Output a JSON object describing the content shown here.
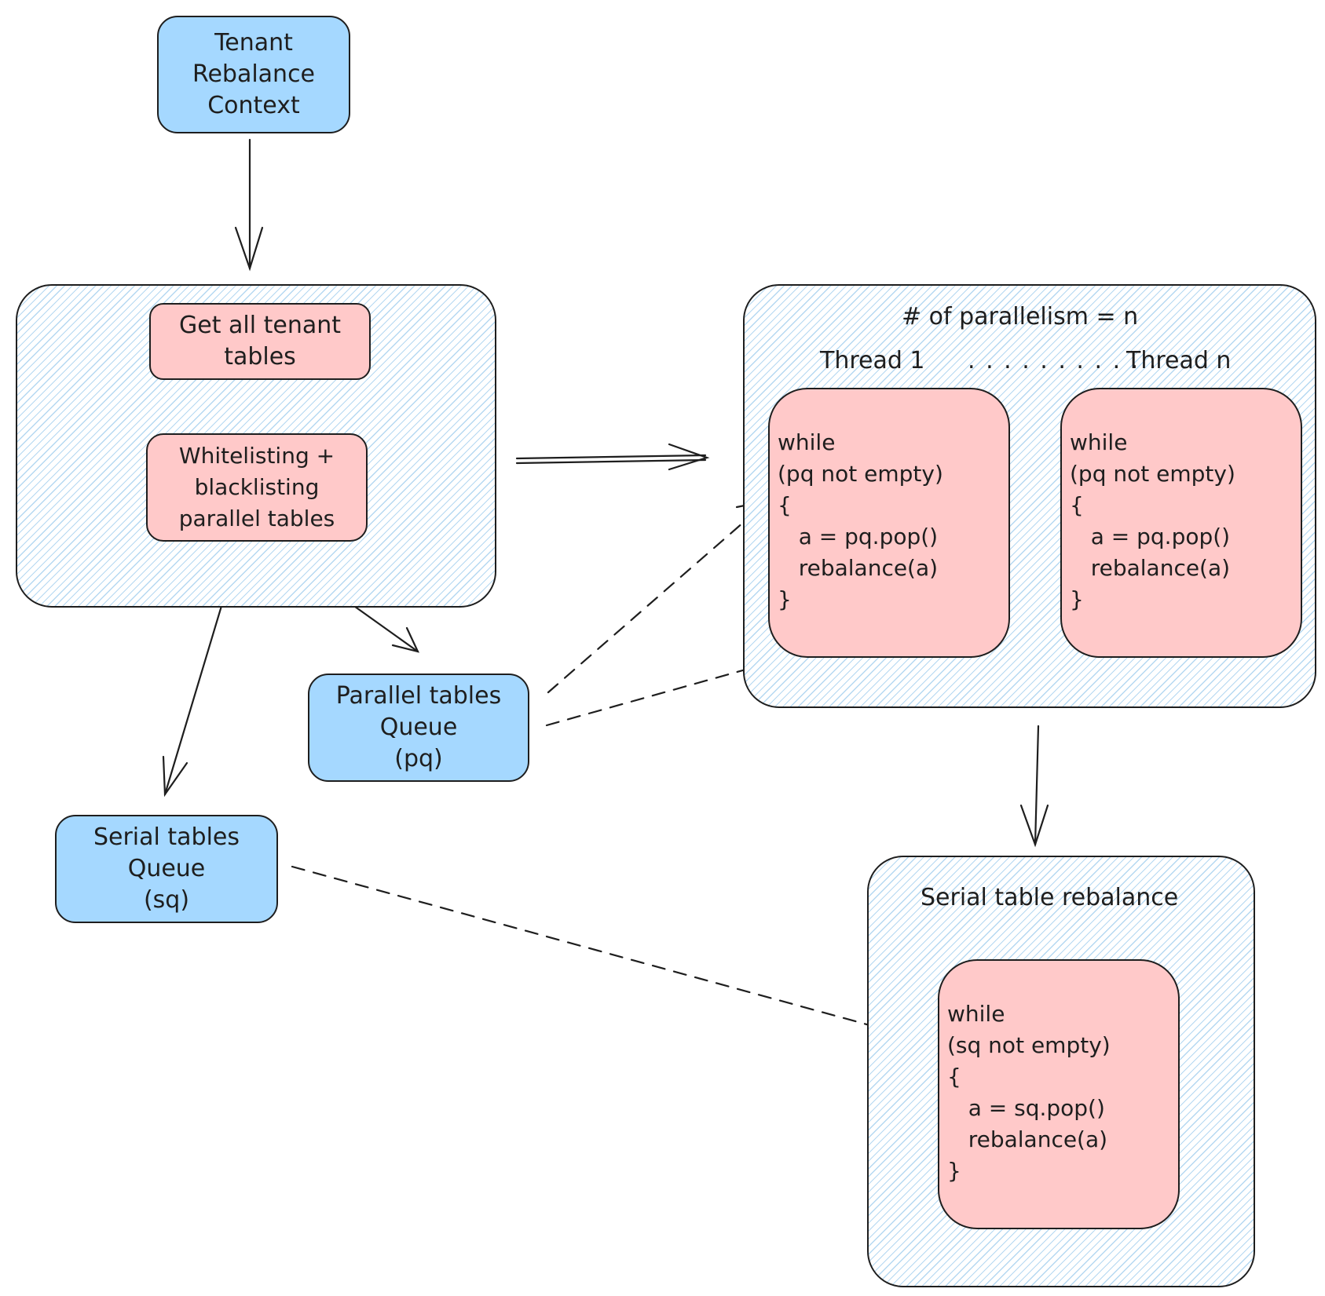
{
  "nodes": {
    "context": "Tenant\nRebalance\nContext",
    "get_tables": "Get all tenant\ntables",
    "whitelisting": "Whitelisting +\nblacklisting\nparallel tables",
    "parallel_queue": "Parallel tables\nQueue\n(pq)",
    "serial_queue": "Serial tables\nQueue\n(sq)"
  },
  "parallel_group": {
    "title": "# of parallelism = n",
    "thread_first": "Thread 1",
    "thread_dots": ". . . . . . . . . . .",
    "thread_last": "Thread n",
    "thread1_code": "while\n(pq not empty)\n{\n   a = pq.pop()\n   rebalance(a)\n}",
    "threadn_code": "while\n(pq not empty)\n{\n   a = pq.pop()\n   rebalance(a)\n}"
  },
  "serial_group": {
    "title": "Serial table rebalance",
    "code": "while\n(sq not empty)\n{\n   a = sq.pop()\n   rebalance(a)\n}"
  },
  "colors": {
    "blue_node": "#a5d8ff",
    "pink_node": "#ffc9c9",
    "hatch": "#78b9e6",
    "stroke": "#1e1e1e"
  }
}
